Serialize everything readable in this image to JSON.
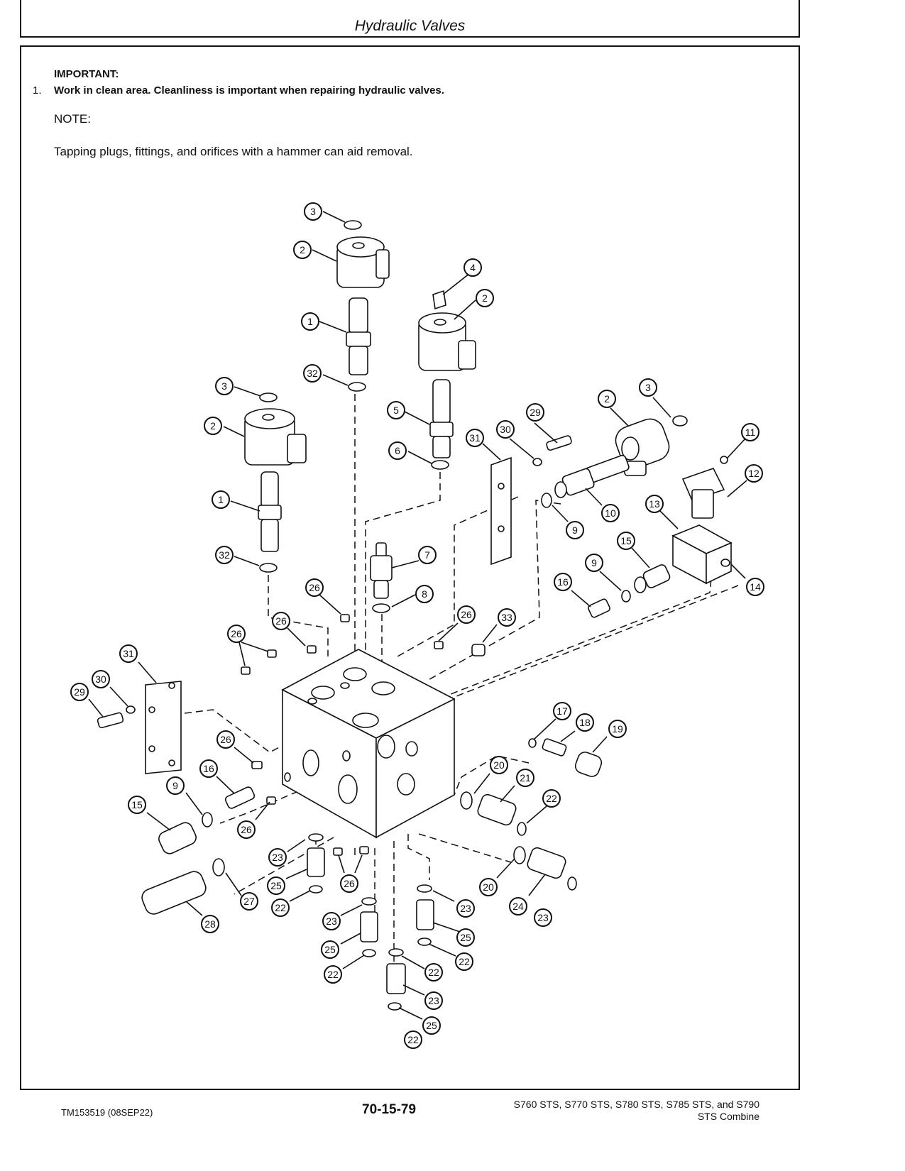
{
  "header": {
    "title": "Hydraulic Valves"
  },
  "content": {
    "important_label": "IMPORTANT:",
    "step_number": "1.",
    "step_text": "Work in clean area. Cleanliness is important when repairing hydraulic valves.",
    "note_label": "NOTE:",
    "note_text": "Tapping plugs, fittings, and orifices with a hammer can aid removal."
  },
  "callouts": [
    "3",
    "2",
    "4",
    "2",
    "1",
    "32",
    "3",
    "2",
    "5",
    "29",
    "30",
    "6",
    "31",
    "2",
    "3",
    "11",
    "12",
    "13",
    "1",
    "10",
    "9",
    "32",
    "7",
    "15",
    "9",
    "14",
    "8",
    "16",
    "26",
    "26",
    "26",
    "33",
    "26",
    "31",
    "30",
    "29",
    "17",
    "18",
    "19",
    "26",
    "16",
    "20",
    "21",
    "9",
    "22",
    "15",
    "26",
    "23",
    "26",
    "25",
    "20",
    "24",
    "27",
    "22",
    "23",
    "23",
    "28",
    "23",
    "25",
    "25",
    "22",
    "22",
    "22",
    "23",
    "25",
    "22"
  ],
  "footer": {
    "doc_id": "TM153519 (08SEP22)",
    "page_number": "70-15-79",
    "models_line1": "S760 STS, S770 STS, S780 STS, S785 STS, and S790",
    "models_line2": "STS Combine"
  }
}
